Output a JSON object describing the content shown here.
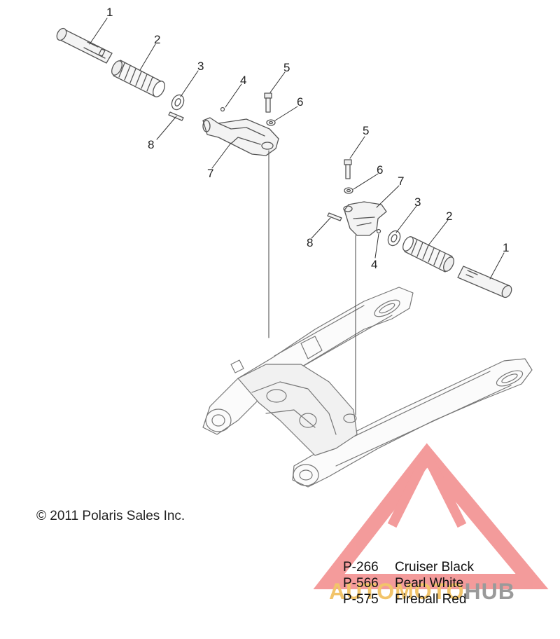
{
  "callouts": {
    "left": [
      "1",
      "2",
      "3",
      "4",
      "5",
      "6",
      "7",
      "8"
    ],
    "right": [
      "5",
      "6",
      "7",
      "8",
      "3",
      "2",
      "1",
      "4"
    ]
  },
  "copyright": "© 2011 Polaris Sales Inc.",
  "legend": [
    {
      "code": "P-266",
      "name": "Cruiser Black"
    },
    {
      "code": "P-566",
      "name": "Pearl White"
    },
    {
      "code": "P-575",
      "name": "Fireball Red"
    }
  ],
  "watermark": {
    "part1": "AUTOMOTO",
    "part2": "HUB",
    "colors": {
      "triangle": "#f28a8a",
      "text_main": "#f2c46a",
      "text_hub": "#9a9a9a"
    }
  }
}
